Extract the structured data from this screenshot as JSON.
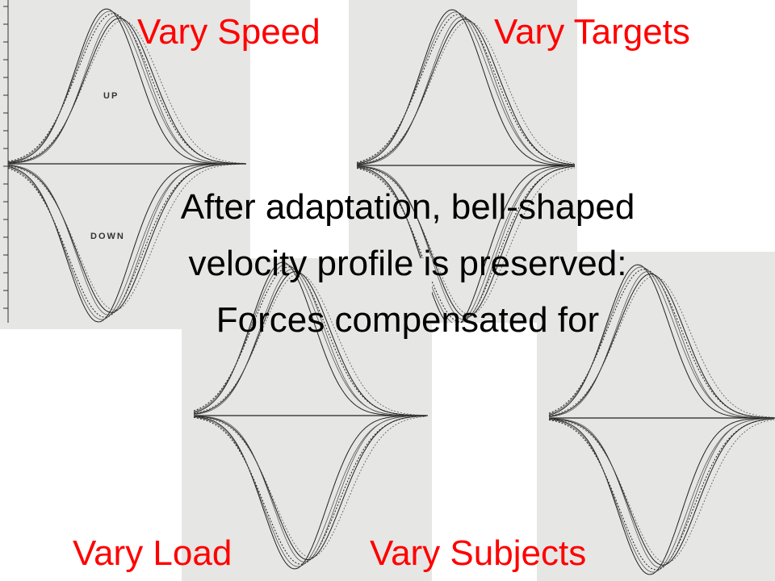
{
  "slide": {
    "title_lines": [
      "After adaptation, bell-shaped",
      "velocity profile is preserved:",
      "Forces compensated for"
    ],
    "labels": {
      "speed": "Vary Speed",
      "targets": "Vary Targets",
      "load": "Vary Load",
      "subjects": "Vary Subjects"
    },
    "panel_text": {
      "up": "UP",
      "down": "DOWN"
    },
    "colors": {
      "label": "#ff0000",
      "text": "#000000",
      "scan": "#e6e6e4"
    }
  }
}
